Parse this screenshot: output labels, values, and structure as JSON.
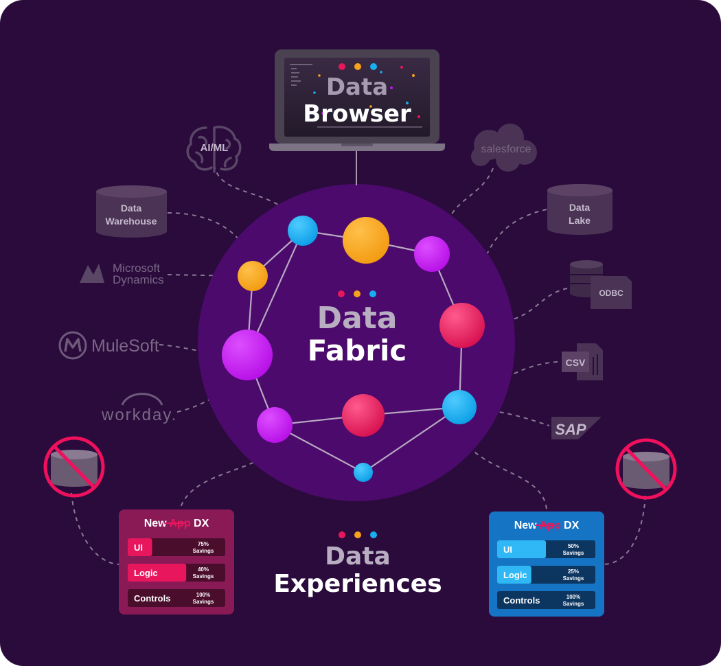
{
  "center": {
    "title_line1": "Data",
    "title_line2": "Fabric",
    "dots": [
      "#e8175d",
      "#f7a21b",
      "#19aef0"
    ]
  },
  "top": {
    "title_line1": "Data",
    "title_line2": "Browser",
    "dots": [
      "#e8175d",
      "#f7a21b",
      "#19aef0"
    ]
  },
  "bottom": {
    "title_line1": "Data",
    "title_line2": "Experiences",
    "dots": [
      "#e8175d",
      "#f7a21b",
      "#19aef0"
    ]
  },
  "sources": {
    "ai_ml": "AI/ML",
    "warehouse_line1": "Data",
    "warehouse_line2": "Warehouse",
    "microsoft_line1": "Microsoft",
    "microsoft_line2": "Dynamics",
    "mulesoft": "MuleSoft",
    "workday": "workday.",
    "salesforce": "salesforce",
    "lake_line1": "Data",
    "lake_line2": "Lake",
    "odbc": "ODBC",
    "csv": "CSV",
    "sap": "SAP"
  },
  "cards": {
    "left": {
      "title_new": "New",
      "title_struck": "App",
      "title_dx": "DX",
      "accent": "#e8175d",
      "rows": [
        {
          "label": "UI",
          "pct": "75%",
          "savings": "Savings",
          "fill": 0.25
        },
        {
          "label": "Logic",
          "pct": "40%",
          "savings": "Savings",
          "fill": 0.6
        },
        {
          "label": "Controls",
          "pct": "100%",
          "savings": "Savings",
          "fill": 0
        }
      ]
    },
    "right": {
      "title_new": "New",
      "title_struck": "App",
      "title_dx": "DX",
      "accent": "#19aef0",
      "rows": [
        {
          "label": "UI",
          "pct": "50%",
          "savings": "Savings",
          "fill": 0.5
        },
        {
          "label": "Logic",
          "pct": "25%",
          "savings": "Savings",
          "fill": 0.35
        },
        {
          "label": "Controls",
          "pct": "100%",
          "savings": "Savings",
          "fill": 0
        }
      ]
    }
  },
  "colors": {
    "background": "#2a0b3c",
    "fabric_circle": "#4b0a6c",
    "pink": "#e8175d",
    "orange": "#f7a21b",
    "blue": "#19aef0",
    "purple": "#c117ee"
  }
}
